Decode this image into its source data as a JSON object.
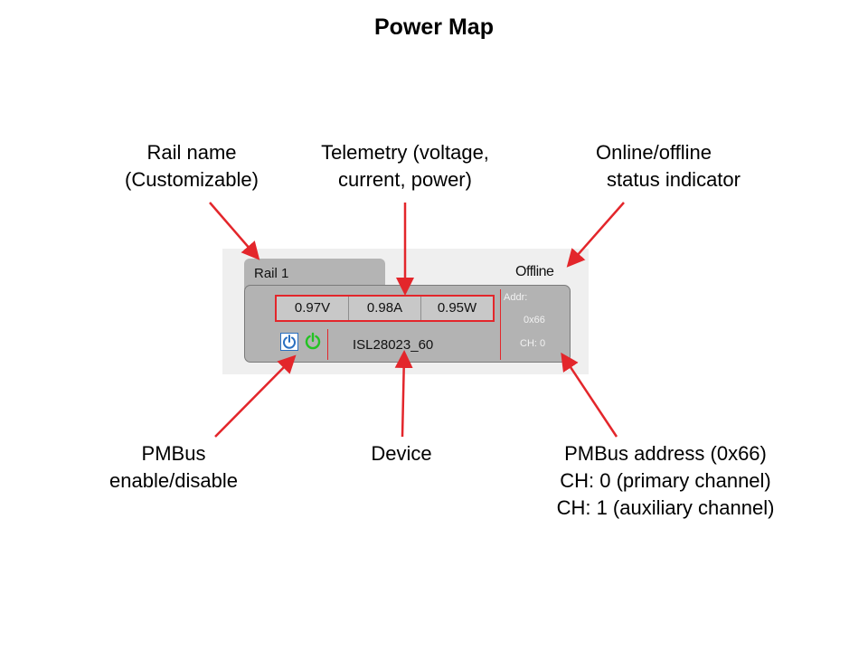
{
  "title": "Power Map",
  "callouts": {
    "rail_name": [
      "Rail name",
      "(Customizable)"
    ],
    "telemetry": [
      "Telemetry (voltage,",
      "current, power)"
    ],
    "status": [
      "Online/offline",
      "status indicator"
    ],
    "pmbus_enable": [
      "PMBus",
      "enable/disable"
    ],
    "device": [
      "Device"
    ],
    "address": [
      "PMBus address (0x66)",
      "CH: 0 (primary channel)",
      "CH: 1 (auxiliary channel)"
    ]
  },
  "widget": {
    "rail_name": "Rail 1",
    "status": "Offline",
    "telemetry": {
      "voltage": "0.97V",
      "current": "0.98A",
      "power": "0.95W"
    },
    "addr_label": "Addr:",
    "addr_value": "0x66",
    "channel": "CH: 0",
    "device": "ISL28023_60"
  },
  "colors": {
    "arrow": "#e3262b",
    "panel": "#b3b3b3",
    "tab": "#b4b4b4",
    "power_blue": "#2a6fc0",
    "power_green": "#22c322"
  },
  "icons": {
    "pmbus_toggle": "power-icon",
    "status_power": "power-icon"
  }
}
